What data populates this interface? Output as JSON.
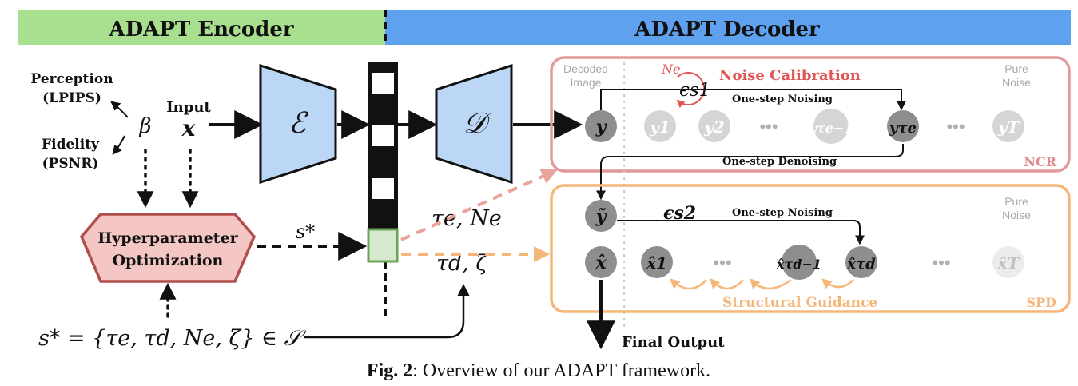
{
  "header": {
    "encoder_title": "ADAPT Encoder",
    "decoder_title": "ADAPT Decoder"
  },
  "left": {
    "perception": "Perception",
    "lpips": "(LPIPS)",
    "fidelity": "Fidelity",
    "psnr": "(PSNR)",
    "beta": "β",
    "input_label": "Input",
    "input_symbol": "x"
  },
  "encoder_symbol": "ℰ",
  "decoder_symbol": "𝒟",
  "hpo": {
    "line1": "Hyperparameter",
    "line2": "Optimization"
  },
  "s_star": "s*",
  "s_set": "s* = {τe, τd, Ne, ζ} ∈ 𝒮",
  "tau_e_Ne": "τe, Ne",
  "tau_d_zeta": "τd, ζ",
  "ncr": {
    "tag": "NCR",
    "decoded_image": [
      "Decoded",
      "Image"
    ],
    "pure_noise": [
      "Pure",
      "Noise"
    ],
    "Ne": "Ne",
    "eps_s1": "ϵs1",
    "noise_calibration": "Noise Calibration",
    "one_step_noising": "One-step Noising",
    "one_step_denoising": "One-step Denoising",
    "nodes": [
      "y",
      "y1",
      "y2",
      "•••",
      "yτe−1",
      "yτe",
      "•••",
      "yT"
    ]
  },
  "spd": {
    "tag": "SPD",
    "pure_noise": [
      "Pure",
      "Noise"
    ],
    "eps_s2": "ϵs2",
    "one_step_noising": "One-step Noising",
    "structural_guidance": "Structural Guidance",
    "y_tilde": "ỹ",
    "nodes": [
      "x̂",
      "x̂1",
      "•••",
      "x̂τd−1",
      "x̂τd",
      "•••",
      "x̂T"
    ]
  },
  "final_output": "Final Output",
  "caption": {
    "prefix": "Fig. 2",
    "text": ": Overview of our ADAPT framework."
  },
  "colors": {
    "encoder_bar": "#a8e08f",
    "decoder_bar": "#5ea1ee",
    "ncr_border": "#e39a9a",
    "spd_border": "#f5b679",
    "node_dark": "#8e8e8e",
    "node_light": "#d5d5d5",
    "trapezoid_fill": "#bcd6f5",
    "hpo_fill": "#f4c6c4",
    "hpo_border": "#b04f4b"
  }
}
